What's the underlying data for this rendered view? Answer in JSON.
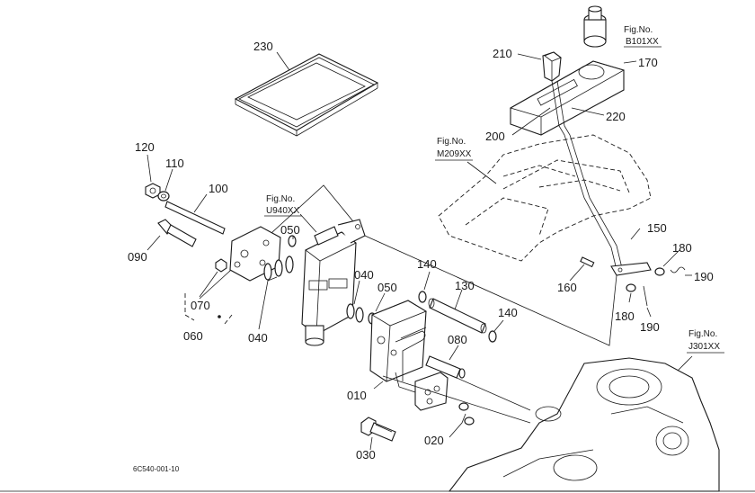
{
  "diagram_code": "6C540-001-10",
  "fig_refs": [
    {
      "id": "b101",
      "prefix": "Fig.No.",
      "code": "B101XX"
    },
    {
      "id": "m209",
      "prefix": "Fig.No.",
      "code": "M209XX"
    },
    {
      "id": "u940",
      "prefix": "Fig.No.",
      "code": "U940XX"
    },
    {
      "id": "j301",
      "prefix": "Fig.No.",
      "code": "J301XX"
    }
  ],
  "part_labels": {
    "p230": "230",
    "p210": "210",
    "p170": "170",
    "p220": "220",
    "p200": "200",
    "p120": "120",
    "p110": "110",
    "p100": "100",
    "p090": "090",
    "p070": "070",
    "p060": "060",
    "p050a": "050",
    "p050b": "050",
    "p040a": "040",
    "p040b": "040",
    "p140a": "140",
    "p140b": "140",
    "p130": "130",
    "p080": "080",
    "p010": "010",
    "p030": "030",
    "p020": "020",
    "p150": "150",
    "p160": "160",
    "p180a": "180",
    "p180b": "180",
    "p190a": "190",
    "p190b": "190"
  }
}
